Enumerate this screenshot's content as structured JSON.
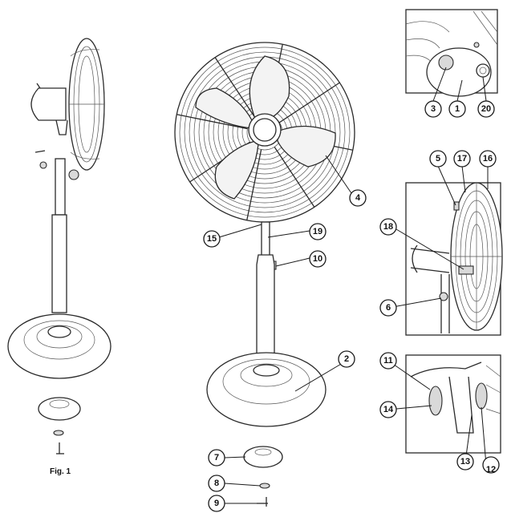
{
  "figure": {
    "label": "Fig. 1"
  },
  "callouts": [
    {
      "id": "1",
      "label": "1"
    },
    {
      "id": "2",
      "label": "2"
    },
    {
      "id": "3",
      "label": "3"
    },
    {
      "id": "4",
      "label": "4"
    },
    {
      "id": "5",
      "label": "5"
    },
    {
      "id": "6",
      "label": "6"
    },
    {
      "id": "7",
      "label": "7"
    },
    {
      "id": "8",
      "label": "8"
    },
    {
      "id": "9",
      "label": "9"
    },
    {
      "id": "10",
      "label": "10"
    },
    {
      "id": "11",
      "label": "11"
    },
    {
      "id": "12",
      "label": "12"
    },
    {
      "id": "13",
      "label": "13"
    },
    {
      "id": "14",
      "label": "14"
    },
    {
      "id": "15",
      "label": "15"
    },
    {
      "id": "16",
      "label": "16"
    },
    {
      "id": "17",
      "label": "17"
    },
    {
      "id": "18",
      "label": "18"
    },
    {
      "id": "19",
      "label": "19"
    },
    {
      "id": "20",
      "label": "20"
    }
  ]
}
